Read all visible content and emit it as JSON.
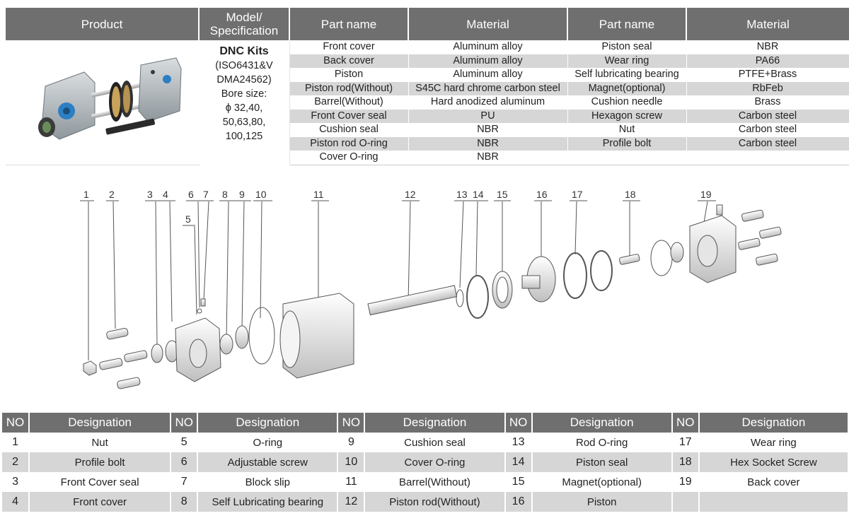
{
  "spec_table": {
    "headers": [
      "Product",
      "Model/\nSpecification",
      "Part name",
      "Material",
      "Part name",
      "Material"
    ],
    "model": {
      "title": "DNC Kits",
      "lines": [
        "(ISO6431&V",
        "DMA24562)",
        "Bore size:",
        "ϕ 32,40,",
        "50,63,80,",
        "100,125"
      ]
    },
    "rows": [
      {
        "part1": "Front cover",
        "mat1": "Aluminum alloy",
        "part2": "Piston seal",
        "mat2": "NBR"
      },
      {
        "part1": "Back cover",
        "mat1": "Aluminum alloy",
        "part2": "Wear ring",
        "mat2": "PA66"
      },
      {
        "part1": "Piston",
        "mat1": "Aluminum alloy",
        "part2": "Self lubricating bearing",
        "mat2": "PTFE+Brass"
      },
      {
        "part1": "Piston rod(Without)",
        "mat1": "S45C hard chrome carbon steel",
        "part2": "Magnet(optional)",
        "mat2": "RbFeb"
      },
      {
        "part1": "Barrel(Without)",
        "mat1": "Hard anodized aluminum",
        "part2": "Cushion needle",
        "mat2": "Brass"
      },
      {
        "part1": "Front Cover seal",
        "mat1": "PU",
        "part2": "Hexagon screw",
        "mat2": "Carbon steel"
      },
      {
        "part1": "Cushion seal",
        "mat1": "NBR",
        "part2": "Nut",
        "mat2": "Carbon steel"
      },
      {
        "part1": "Piston rod O-ring",
        "mat1": "NBR",
        "part2": "Profile bolt",
        "mat2": "Carbon steel"
      },
      {
        "part1": "Cover O-ring",
        "mat1": "NBR",
        "part2": "",
        "mat2": ""
      }
    ]
  },
  "diagram": {
    "callouts": [
      "1",
      "2",
      "3",
      "4",
      "5",
      "6",
      "7",
      "8",
      "9",
      "10",
      "11",
      "12",
      "13",
      "14",
      "15",
      "16",
      "17",
      "18",
      "19"
    ]
  },
  "designation_table": {
    "headers": [
      "NO",
      "Designation",
      "NO",
      "Designation",
      "NO",
      "Designation",
      "NO",
      "Designation",
      "NO",
      "Designation"
    ],
    "rows": [
      [
        {
          "no": "1",
          "name": "Nut"
        },
        {
          "no": "5",
          "name": "O-ring"
        },
        {
          "no": "9",
          "name": "Cushion seal"
        },
        {
          "no": "13",
          "name": "Rod O-ring"
        },
        {
          "no": "17",
          "name": "Wear ring"
        }
      ],
      [
        {
          "no": "2",
          "name": "Profile bolt"
        },
        {
          "no": "6",
          "name": "Adjustable screw"
        },
        {
          "no": "10",
          "name": "Cover O-ring"
        },
        {
          "no": "14",
          "name": "Piston seal"
        },
        {
          "no": "18",
          "name": "Hex Socket Screw"
        }
      ],
      [
        {
          "no": "3",
          "name": "Front Cover seal"
        },
        {
          "no": "7",
          "name": "Block slip"
        },
        {
          "no": "11",
          "name": "Barrel(Without)"
        },
        {
          "no": "15",
          "name": "Magnet(optional)"
        },
        {
          "no": "19",
          "name": "Back cover"
        }
      ],
      [
        {
          "no": "4",
          "name": "Front cover"
        },
        {
          "no": "8",
          "name": "Self Lubricating bearing"
        },
        {
          "no": "12",
          "name": "Piston rod(Without)"
        },
        {
          "no": "16",
          "name": "Piston"
        },
        {
          "no": "",
          "name": ""
        }
      ]
    ]
  }
}
